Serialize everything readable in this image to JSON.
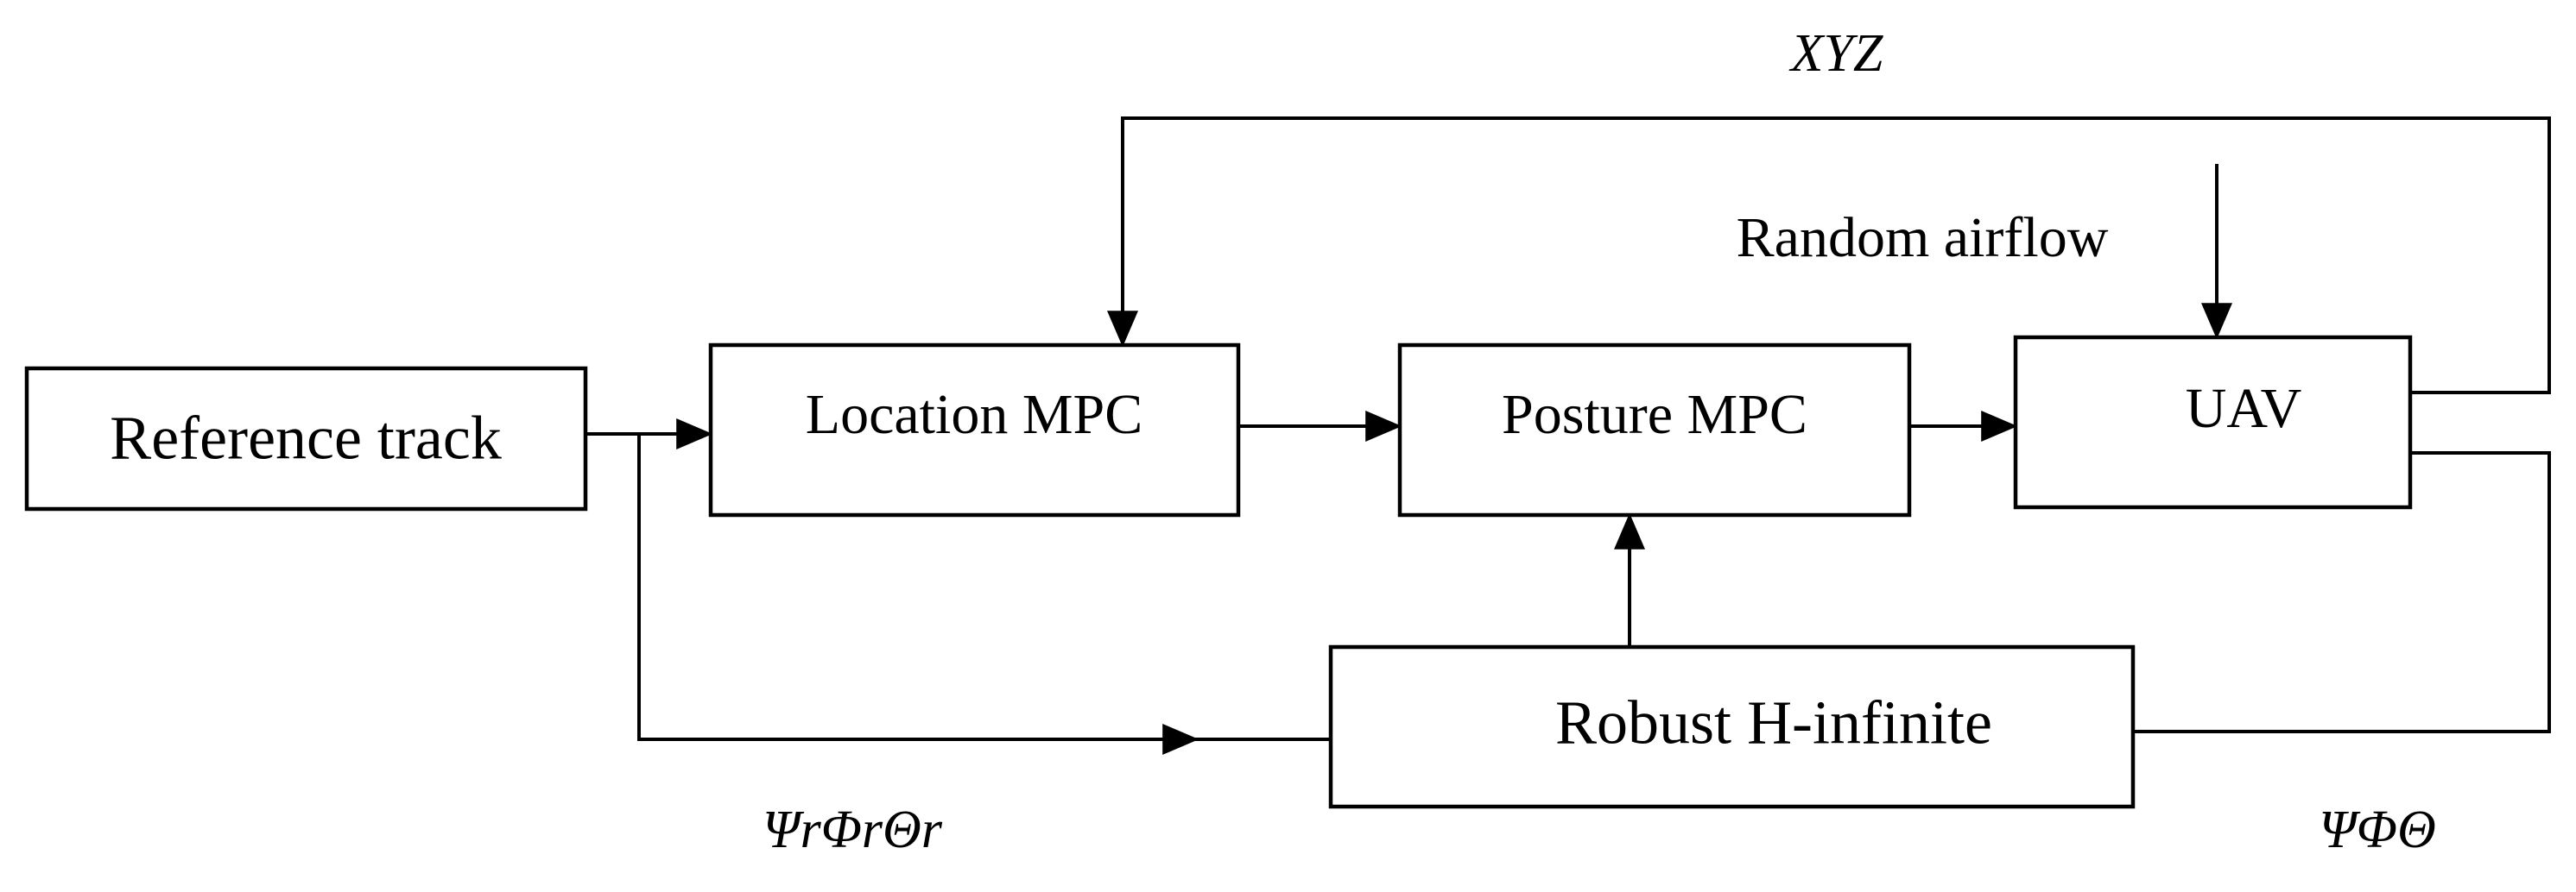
{
  "diagram": {
    "blocks": {
      "reference_track": "Reference track",
      "location_mpc": "Location MPC",
      "posture_mpc": "Posture MPC",
      "uav": "UAV",
      "robust_h_infinite": "Robust H-infinite"
    },
    "signals": {
      "position_feedback": "XYZ",
      "disturbance": "Random airflow",
      "reference_angles": "ΨrΦrΘr",
      "measured_angles": "ΨΦΘ"
    }
  }
}
